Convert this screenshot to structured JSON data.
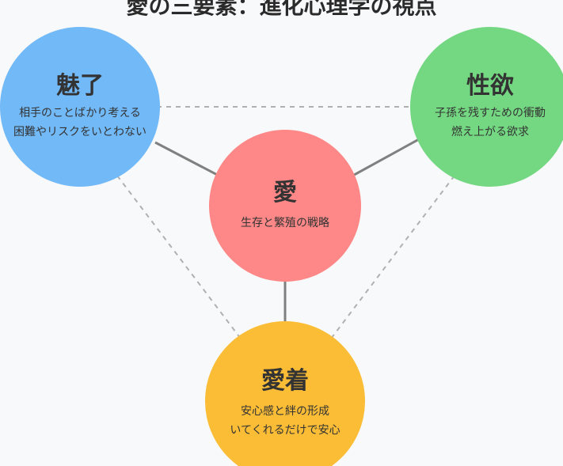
{
  "title": "愛の三要素：進化心理学の視点",
  "colors": {
    "charm": "#72b9f8",
    "lust": "#74d882",
    "love": "#fd8887",
    "attachment": "#fbbd36",
    "solid_link": "#808080",
    "dashed_link": "#b0b0b0",
    "background": "#f8f9fa"
  },
  "nodes": {
    "charm": {
      "title": "魅了",
      "lines": [
        "相手のことばかり考える",
        "困難やリスクをいとわない"
      ]
    },
    "lust": {
      "title": "性欲",
      "lines": [
        "子孫を残すための衝動",
        "燃え上がる欲求"
      ]
    },
    "love": {
      "title": "愛",
      "lines": [
        "生存と繁殖の戦略"
      ]
    },
    "attachment": {
      "title": "愛着",
      "lines": [
        "安心感と絆の形成",
        "いてくれるだけで安心"
      ]
    }
  }
}
